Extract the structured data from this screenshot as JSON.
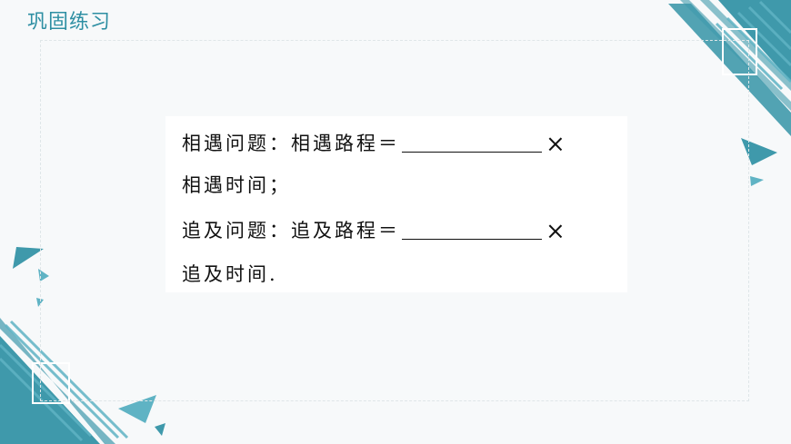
{
  "slide": {
    "title": "巩固练习"
  },
  "content": {
    "meeting": {
      "lead": "相遇问题：相遇路程＝",
      "times": "×",
      "tail": "相遇时间；"
    },
    "chasing": {
      "lead": "追及问题：追及路程＝",
      "times": "×",
      "tail": "追及时间."
    }
  },
  "theme": {
    "accent": "#2e8fa3",
    "accent_light": "#5fb3c4"
  }
}
